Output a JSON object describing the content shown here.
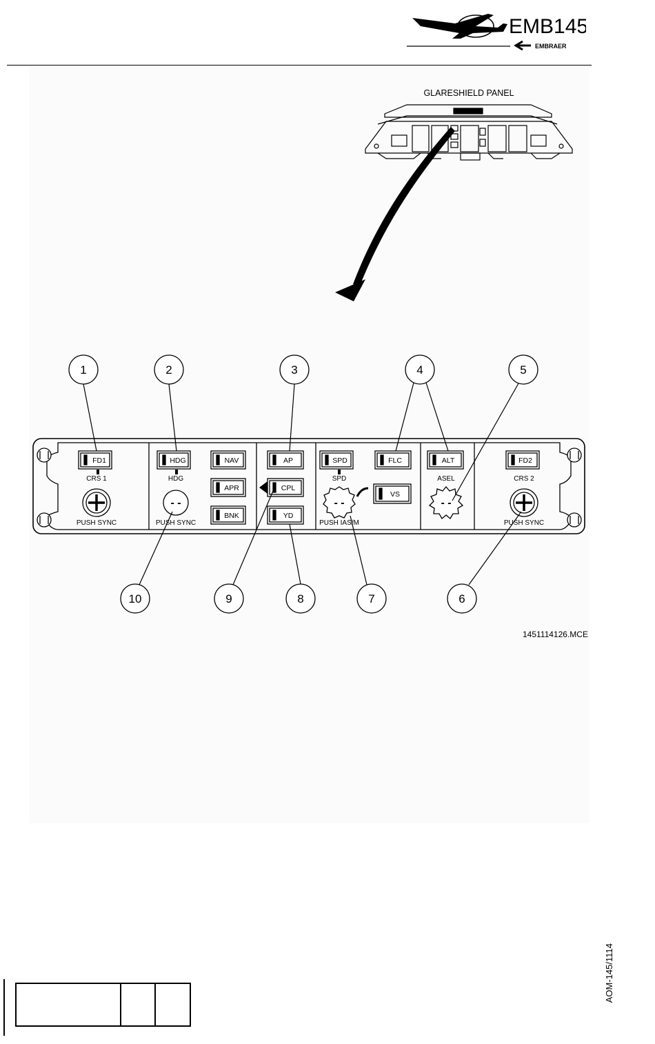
{
  "header": {
    "logo_text": "EMB145",
    "logo_subtext": "EMBRAER"
  },
  "locator": {
    "title": "GLARESHIELD PANEL"
  },
  "callouts": [
    "1",
    "2",
    "3",
    "4",
    "5",
    "10",
    "9",
    "8",
    "7",
    "6"
  ],
  "panel": {
    "buttons": {
      "fd1": "FD1",
      "hdg": "HDG",
      "nav": "NAV",
      "apr": "APR",
      "bnk": "BNK",
      "ap": "AP",
      "cpl": "CPL",
      "yd": "YD",
      "spd": "SPD",
      "flc": "FLC",
      "vs": "VS",
      "alt": "ALT",
      "fd2": "FD2"
    },
    "labels": {
      "crs1": "CRS 1",
      "hdg_knob": "HDG",
      "spd_knob": "SPD",
      "asel": "ASEL",
      "crs2": "CRS 2",
      "push_sync_1": "PUSH SYNC",
      "push_sync_hdg": "PUSH SYNC",
      "push_ias": "PUSH IAS/M",
      "push_sync_2": "PUSH SYNC",
      "dashes_hdg": "- -",
      "dashes_spd": "- -",
      "dashes_asel": "- -"
    }
  },
  "figure_id": "1451114126.MCE",
  "doc_id": "AOM-145/1114"
}
